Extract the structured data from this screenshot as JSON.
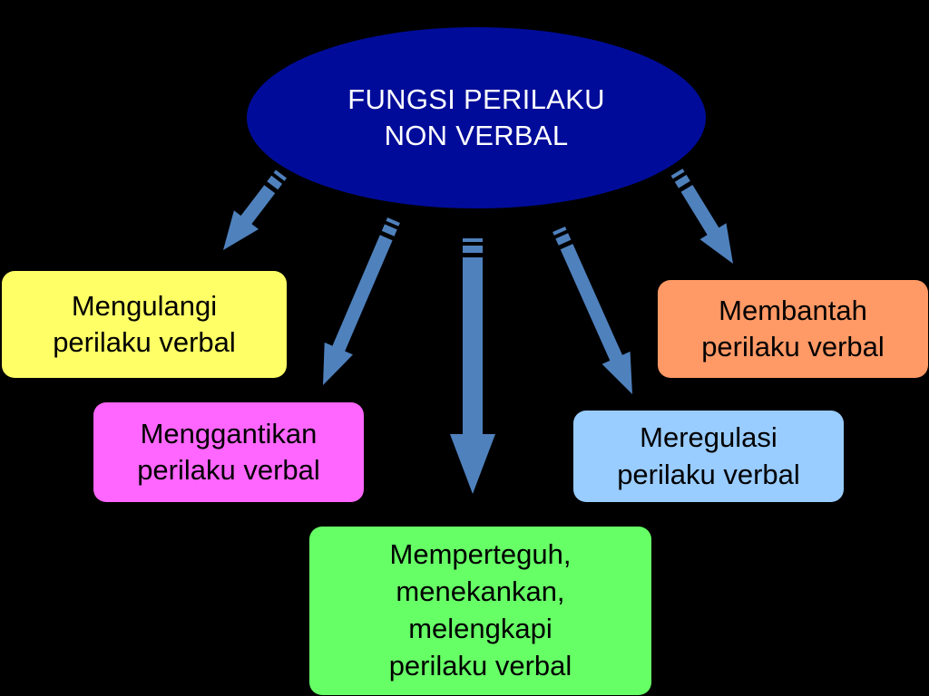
{
  "colors": {
    "background": "#000000",
    "center_fill": "#000c99",
    "arrow_fill": "#4f81bd",
    "box_yellow": "#ffff66",
    "box_magenta": "#ff66ff",
    "box_green": "#66ff66",
    "box_blue": "#99ccff",
    "box_orange": "#ff9966"
  },
  "center": {
    "line1": "FUNGSI PERILAKU",
    "line2": "NON VERBAL"
  },
  "nodes": {
    "mengulangi": {
      "line1": "Mengulangi",
      "line2": "perilaku verbal"
    },
    "menggantikan": {
      "line1": "Menggantikan",
      "line2": "perilaku verbal"
    },
    "memperteguh": {
      "line1": "Memperteguh,",
      "line2": "menekankan,",
      "line3": "melengkapi",
      "line4": "perilaku verbal"
    },
    "meregulasi": {
      "line1": "Meregulasi",
      "line2": "perilaku verbal"
    },
    "membantah": {
      "line1": "Membantah",
      "line2": "perilaku verbal"
    }
  }
}
